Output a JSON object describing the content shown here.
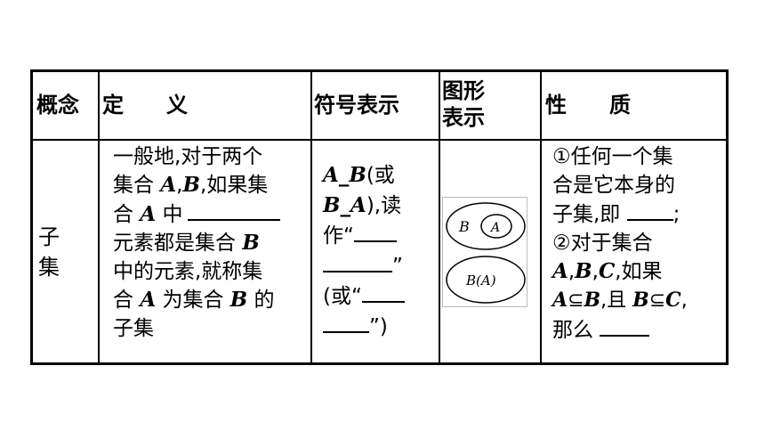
{
  "headers": {
    "concept": "概念",
    "definition": "定　　义",
    "symbol": "符号表示",
    "figure_1": "图形",
    "figure_2": "表示",
    "property": "性　　质"
  },
  "row": {
    "concept": [
      "子",
      "集"
    ],
    "definition": {
      "l1": "一般地,对于两个",
      "l2a": "集合 ",
      "l2b": "A",
      "l2c": ",",
      "l2d": "B",
      "l2e": ",如果集",
      "l3a": "合 ",
      "l3b": "A",
      "l3c": " 中",
      "l4a": "元素都是集合 ",
      "l4b": "B",
      "l5": "中的元素,就称集",
      "l6a": "合 ",
      "l6b": "A",
      "l6c": " 为集合 ",
      "l6d": "B",
      "l6e": " 的",
      "l7": "子集"
    },
    "symbol": {
      "l1a": "A",
      "l1b": "_",
      "l1c": "B",
      "l1d": "(或",
      "l2a": "B",
      "l2b": "_",
      "l2c": "A",
      "l2d": "),读",
      "l3a": "作“",
      "l4b": "”",
      "l5a": "(或“",
      "l6b": "”)"
    },
    "figure": {
      "top_outer": "B",
      "top_inner": "A",
      "bottom": "B(A)"
    },
    "property": {
      "l1": "①任何一个集",
      "l2": "合是它本身的",
      "l3a": "子集,即 ",
      "l3b": ";",
      "l4": "②对于集合",
      "l5a": "A",
      "l5b": ",",
      "l5c": "B",
      "l5d": ",",
      "l5e": "C",
      "l5f": ",如果",
      "l6a": "A",
      "l6b": "⊆",
      "l6c": "B",
      "l6d": ",且 ",
      "l6e": "B",
      "l6f": "⊆",
      "l6g": "C",
      "l6h": ",",
      "l7": "那么 "
    }
  }
}
